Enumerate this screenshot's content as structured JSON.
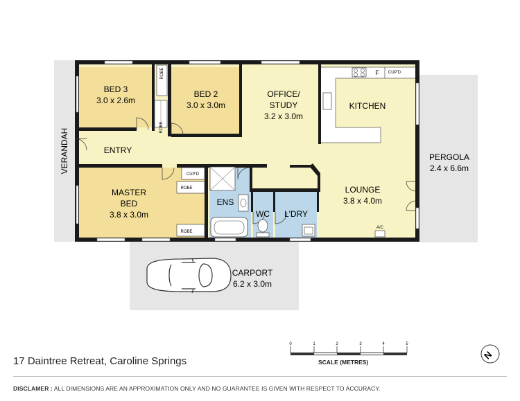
{
  "rooms": {
    "bed3": {
      "name": "BED 3",
      "dim": "3.0 x 2.6m"
    },
    "bed2": {
      "name": "BED 2",
      "dim": "3.0 x 3.0m"
    },
    "office": {
      "name1": "OFFICE/",
      "name2": "STUDY",
      "dim": "3.2 x 3.0m"
    },
    "kitchen": {
      "name": "KITCHEN"
    },
    "entry": {
      "name": "ENTRY"
    },
    "pergola": {
      "name": "PERGOLA",
      "dim": "2.4 x 6.6m"
    },
    "master": {
      "name1": "MASTER",
      "name2": "BED",
      "dim": "3.8 x 3.0m"
    },
    "ens": {
      "name": "ENS"
    },
    "wc": {
      "name": "WC"
    },
    "ldry": {
      "name": "L'DRY"
    },
    "lounge": {
      "name": "LOUNGE",
      "dim": "3.8 x 4.0m"
    },
    "carport": {
      "name": "CARPORT",
      "dim": "6.2 x 3.0m"
    },
    "verandah": {
      "name": "VERANDAH"
    }
  },
  "labels": {
    "robe": "ROBE",
    "cupd": "CUP'D",
    "cupd_kitchen": "CUP'D",
    "fridge": "F",
    "ac": "A/C"
  },
  "scale": {
    "ticks": [
      "0",
      "1",
      "2",
      "3",
      "4",
      "5"
    ],
    "label": "SCALE (METRES)"
  },
  "compass": {
    "label": "N"
  },
  "footer": {
    "address": "17 Daintree Retreat, Caroline Springs",
    "disclaimer_title": "DISCLAMER :",
    "disclaimer_text": "ALL DIMENSIONS ARE AN APPROXIMATION ONLY AND NO GUARANTEE IS GIVEN WITH RESPECT TO ACCURACY."
  },
  "colors": {
    "bedroom": "#f3df9a",
    "living": "#f7f3c4",
    "wet": "#bcd7ea",
    "outdoor": "#e6e6e6",
    "wall": "#1a1a1a"
  }
}
